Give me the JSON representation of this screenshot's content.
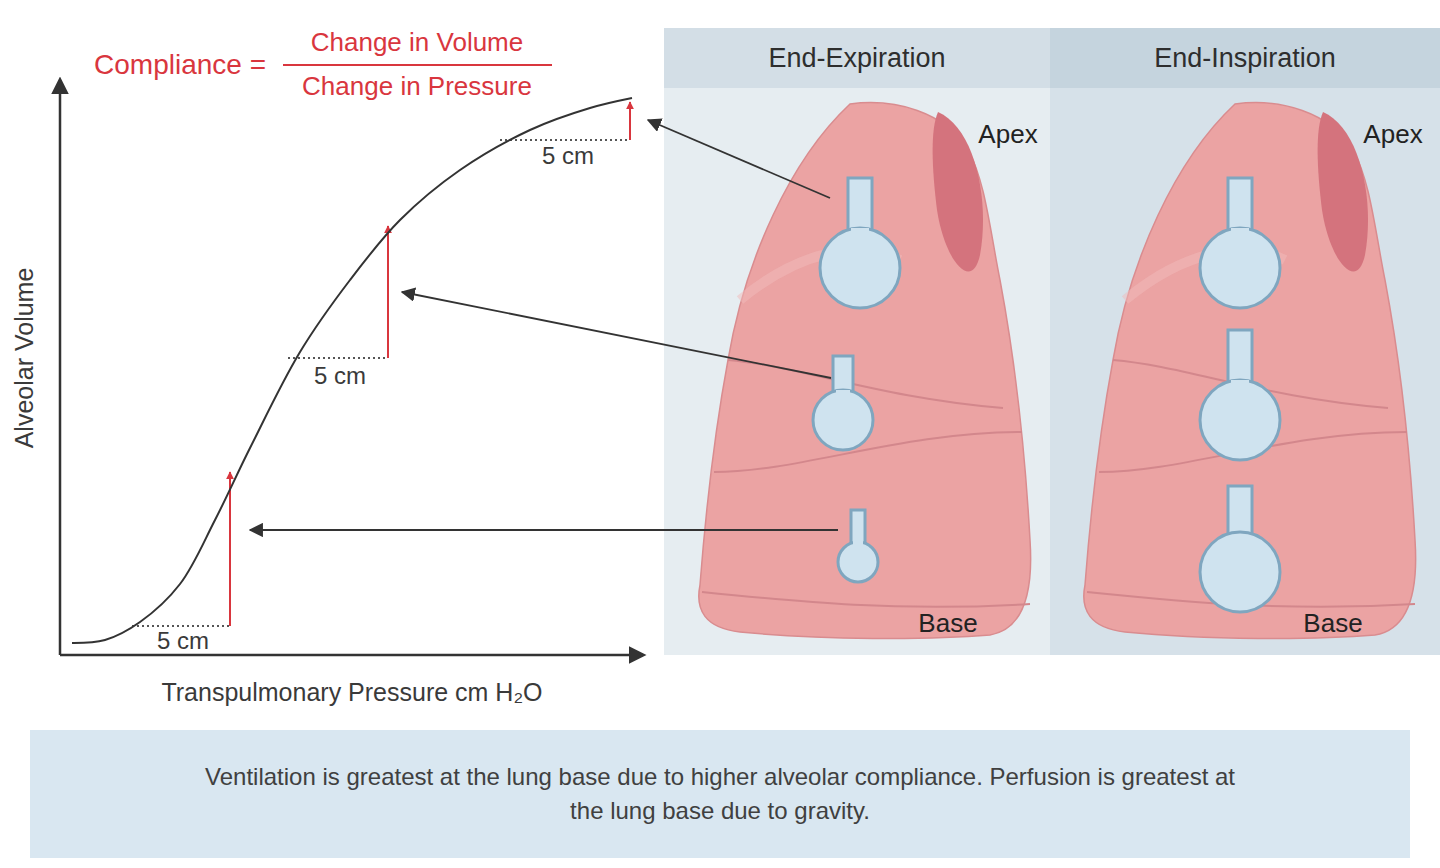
{
  "diagram": {
    "caption": "Ventilation is greatest at the lung base due to higher alveolar compliance. Perfusion is greatest at the lung base due to gravity.",
    "nodes": [
      {
        "text": [
          "End-Expiration"
        ]
      },
      {
        "text": [
          "End-Inspiration"
        ]
      }
    ],
    "labels": [
      "Compliance =",
      "Change in Volume",
      "Change in Pressure",
      "5 cm",
      "5 cm",
      "5 cm",
      "Alveolar Volume",
      "Transpulmonary Pressure cm H₂O",
      "Apex",
      "Base",
      "Apex",
      "Base"
    ]
  }
}
